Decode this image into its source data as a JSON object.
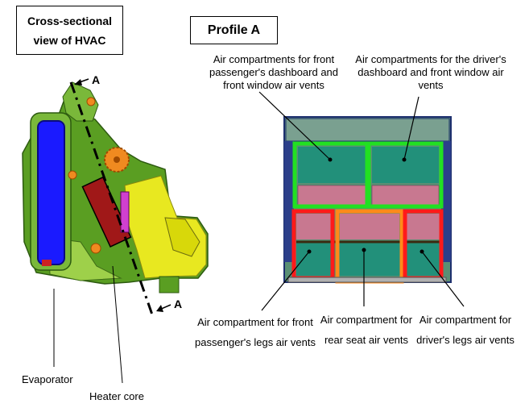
{
  "title": {
    "line1": "Cross-sectional",
    "line2": "view of HVAC"
  },
  "profile_label": "Profile A",
  "section_marker_top": "A",
  "section_marker_bottom": "A",
  "labels": {
    "passenger_dash": "Air compartments for front passenger's dashboard and front window air vents",
    "driver_dash": "Air compartments for the driver's dashboard and front window air vents",
    "passenger_legs": "Air compartment for front passenger's legs air vents",
    "rear_seat": "Air compartment for rear seat air vents",
    "driver_legs": "Air compartment for driver's legs air vents",
    "evaporator": "Evaporator",
    "heater_core": "Heater core"
  },
  "colors": {
    "housing_green": "#5a9e22",
    "evaporator_blue": "#1a1aff",
    "heater_red": "#a01818",
    "blend_yellow": "#e8e820",
    "gear_orange": "#f08a20",
    "frame_green": "#22e022",
    "frame_red": "#ff1a1a",
    "frame_orange": "#ff8a1a",
    "teal": "#22907a",
    "pink": "#c87890",
    "navy": "#1d2f6e"
  }
}
